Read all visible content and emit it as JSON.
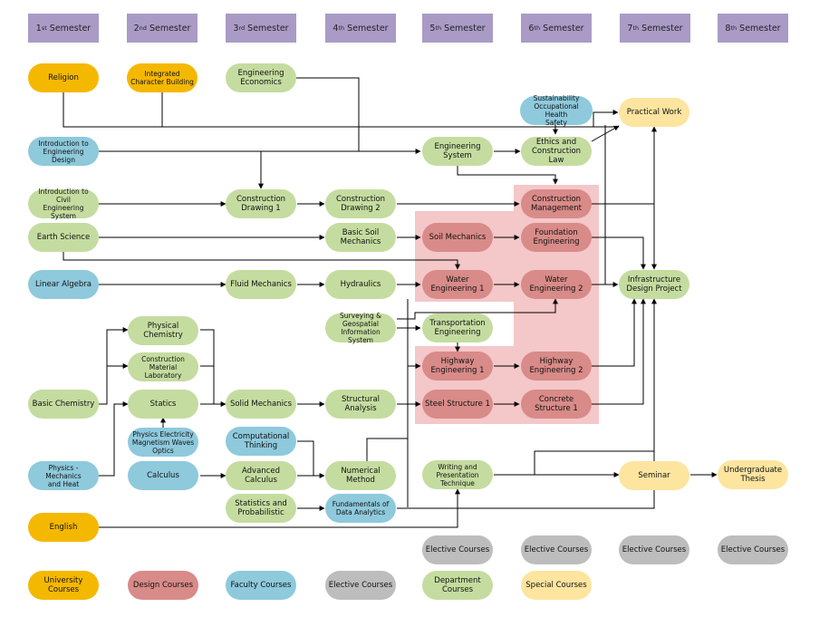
{
  "semesters": [
    {
      "num": "1",
      "sup": "st",
      "word": "Semester"
    },
    {
      "num": "2",
      "sup": "nd",
      "word": "Semester"
    },
    {
      "num": "3",
      "sup": "rd",
      "word": "Semester"
    },
    {
      "num": "4",
      "sup": "th",
      "word": "Semester"
    },
    {
      "num": "5",
      "sup": "th",
      "word": "Semester"
    },
    {
      "num": "6",
      "sup": "th",
      "word": "Semester"
    },
    {
      "num": "7",
      "sup": "th",
      "word": "Semester"
    },
    {
      "num": "8",
      "sup": "th",
      "word": "Semester"
    }
  ],
  "courses": {
    "religion": "Religion",
    "integrated_character": "Integrated\nCharacter Building",
    "engineering_economics": "Engineering\nEconomics",
    "sustainability_ohs": "Sustainability\nOccupational Health\nSafety",
    "practical_work": "Practical Work",
    "intro_eng_design": "Introduction to\nEngineering Design",
    "engineering_system": "Engineering\nSystem",
    "ethics_construction_law": "Ethics and\nConstruction Law",
    "intro_civil_eng_system": "Introduction to Civil\nEngineering System",
    "construction_drawing_1": "Construction\nDrawing 1",
    "construction_drawing_2": "Construction\nDrawing 2",
    "construction_management": "Construction\nManagement",
    "earth_science": "Earth Science",
    "basic_soil_mechanics": "Basic Soil\nMechanics",
    "soil_mechanics": "Soil Mechanics",
    "foundation_engineering": "Foundation\nEngineering",
    "linear_algebra": "Linear Algebra",
    "fluid_mechanics": "Fluid Mechanics",
    "hydraulics": "Hydraulics",
    "water_engineering_1": "Water\nEngineering 1",
    "water_engineering_2": "Water\nEngineering 2",
    "infrastructure_design_project": "Infrastructure\nDesign Project",
    "physical_chemistry": "Physical Chemistry",
    "surveying_gis": "Surveying &\nGeospatial\nInformation System",
    "transportation_engineering": "Transportation\nEngineering",
    "construction_material_lab": "Construction\nMaterial Laboratory",
    "highway_engineering_1": "Highway\nEngineering 1",
    "highway_engineering_2": "Highway\nEngineering 2",
    "basic_chemistry": "Basic Chemistry",
    "statics": "Statics",
    "solid_mechanics": "Solid Mechanics",
    "structural_analysis": "Structural Analysis",
    "steel_structure_1": "Steel Structure 1",
    "concrete_structure_1": "Concrete\nStructure 1",
    "physics_electricity": "Physics Electricity\nMagnetism Waves\nOptics",
    "computational_thinking": "Computational\nThinking",
    "physics_mechanics_heat": "Physics - Mechanics\nand Heat",
    "calculus": "Calculus",
    "advanced_calculus": "Advanced Calculus",
    "numerical_method": "Numerical Method",
    "writing_presentation": "Writing and\nPresentation\nTechnique",
    "seminar": "Seminar",
    "undergraduate_thesis": "Undergraduate\nThesis",
    "statistics_probabilistic": "Statistics and\nProbabilistic",
    "fundamentals_data_analytics": "Fundamentals of\nData Analytics",
    "english": "English"
  },
  "elective_slots": [
    "Elective Courses",
    "Elective Courses",
    "Elective Courses",
    "Elective Courses"
  ],
  "legend": {
    "university": "University Courses",
    "design": "Design Courses",
    "faculty": "Faculty Courses",
    "elective": "Elective Courses",
    "department": "Department\nCourses",
    "special": "Special Courses"
  },
  "colors": {
    "university": "#f5b800",
    "design": "#d88b88",
    "faculty": "#8ec9dc",
    "elective": "#bdbdbd",
    "department": "#c5dca0",
    "special": "#fde5a0",
    "semester_header": "#a99bc6",
    "design_zone": "#f4c7c9"
  }
}
